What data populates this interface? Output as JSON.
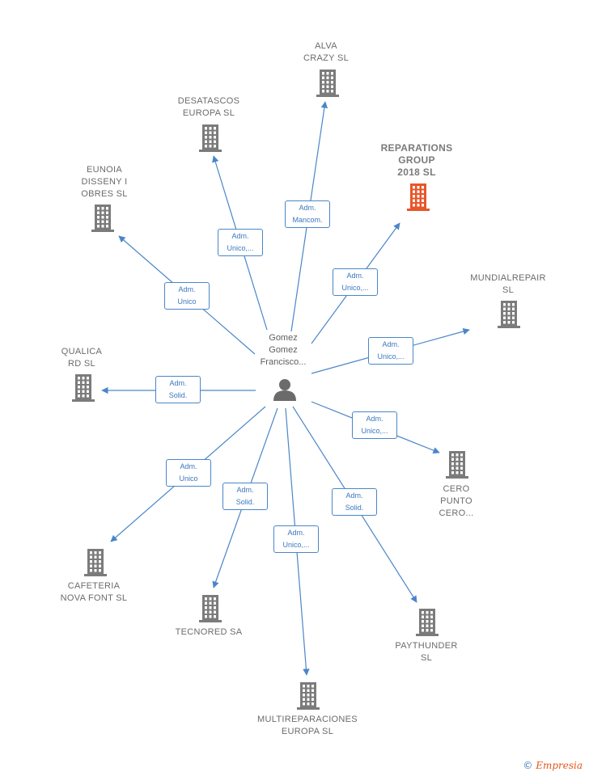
{
  "center": {
    "label": "Gomez\nGomez\nFrancisco..."
  },
  "companies": [
    {
      "id": "alva",
      "label": "ALVA\nCRAZY  SL",
      "highlight": false
    },
    {
      "id": "desatascos",
      "label": "DESATASCOS\nEUROPA  SL",
      "highlight": false
    },
    {
      "id": "reparations",
      "label": "REPARATIONS\nGROUP\n2018  SL",
      "highlight": true
    },
    {
      "id": "eunoia",
      "label": "EUNOIA\nDISSENY I\nOBRES  SL",
      "highlight": false
    },
    {
      "id": "mundialrepair",
      "label": "MUNDIALREPAIR\nSL",
      "highlight": false
    },
    {
      "id": "qualica",
      "label": "QUALICA\nRD  SL",
      "highlight": false
    },
    {
      "id": "cero",
      "label": "CERO\nPUNTO\nCERO...",
      "highlight": false
    },
    {
      "id": "cafeteria",
      "label": "CAFETERIA\nNOVA FONT SL",
      "highlight": false
    },
    {
      "id": "tecnored",
      "label": "TECNORED SA",
      "highlight": false
    },
    {
      "id": "paythunder",
      "label": "PAYTHUNDER\nSL",
      "highlight": false
    },
    {
      "id": "multireparaciones",
      "label": "MULTIREPARACIONES\nEUROPA  SL",
      "highlight": false
    }
  ],
  "edges": [
    {
      "target": "alva",
      "label": "Adm.\nMancom."
    },
    {
      "target": "desatascos",
      "label": "Adm.\nUnico,..."
    },
    {
      "target": "reparations",
      "label": "Adm.\nUnico,..."
    },
    {
      "target": "eunoia",
      "label": "Adm.\nUnico"
    },
    {
      "target": "mundialrepair",
      "label": "Adm.\nUnico,..."
    },
    {
      "target": "qualica",
      "label": "Adm.\nSolid."
    },
    {
      "target": "cero",
      "label": "Adm.\nUnico,..."
    },
    {
      "target": "cafeteria",
      "label": "Adm.\nUnico"
    },
    {
      "target": "tecnored",
      "label": "Adm.\nSolid."
    },
    {
      "target": "paythunder",
      "label": "Adm.\nSolid."
    },
    {
      "target": "multireparaciones",
      "label": "Adm.\nUnico,..."
    }
  ],
  "colors": {
    "edge": "#4a86c8",
    "building": "#7b7b7b",
    "building_highlight": "#e8562a",
    "person": "#6b6b6b"
  },
  "copyright": {
    "symbol": "©",
    "brand": "Empresia"
  }
}
